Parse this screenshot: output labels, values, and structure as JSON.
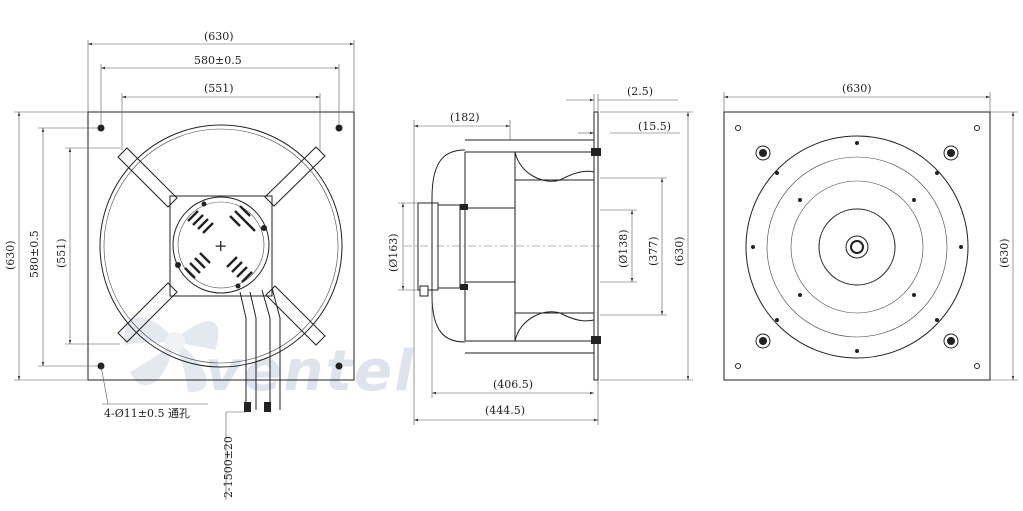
{
  "brand": {
    "name": "ventel",
    "accent_color": "#b9c8e0",
    "text_color": "#bfc9da"
  },
  "front_view": {
    "overall_width": "(630)",
    "hole_pitch_width": "580±0.5",
    "grille_width": "(551)",
    "overall_height": "(630)",
    "hole_pitch_height": "580±0.5",
    "grille_height": "(551)",
    "mounting_holes": "4-Ø11±0.5 通孔",
    "cable_length": "2-1500±20"
  },
  "side_view": {
    "depth_top": "(182)",
    "plate_thickness": "(2.5)",
    "flange_offset": "(15.5)",
    "motor_diameter": "(Ø163)",
    "hub_diameter": "(Ø138)",
    "inlet_diameter": "(377)",
    "overall_height": "(630)",
    "depth_body": "(406.5)",
    "depth_total": "(444.5)"
  },
  "rear_view": {
    "overall_width": "(630)",
    "overall_height": "(630)"
  }
}
